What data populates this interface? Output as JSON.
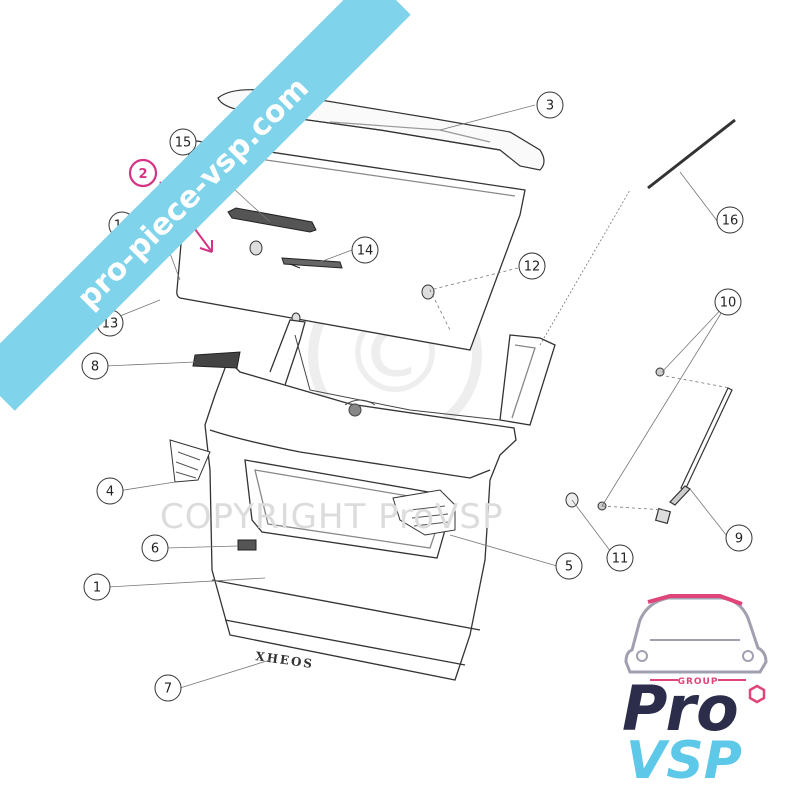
{
  "banner": {
    "text": "pro-piece-vsp.com",
    "color": "#7fd3ea"
  },
  "watermark": {
    "text": "COPYRIGHT ProVSP",
    "symbol": "©"
  },
  "highlight": {
    "number": "2",
    "color": "#d63384"
  },
  "callouts": [
    {
      "n": "1"
    },
    {
      "n": "3"
    },
    {
      "n": "4"
    },
    {
      "n": "5"
    },
    {
      "n": "6"
    },
    {
      "n": "7"
    },
    {
      "n": "8"
    },
    {
      "n": "9"
    },
    {
      "n": "10"
    },
    {
      "n": "11"
    },
    {
      "n": "12"
    },
    {
      "n": "12"
    },
    {
      "n": "13"
    },
    {
      "n": "14"
    },
    {
      "n": "15"
    },
    {
      "n": "16"
    }
  ],
  "badge_text": "XHEOS",
  "logo": {
    "group": "GROUP",
    "pro": "Pro",
    "vsp": "VSP",
    "pink": "#e0457a",
    "navy": "#2b2d4a",
    "cyan": "#5dc8e8"
  }
}
